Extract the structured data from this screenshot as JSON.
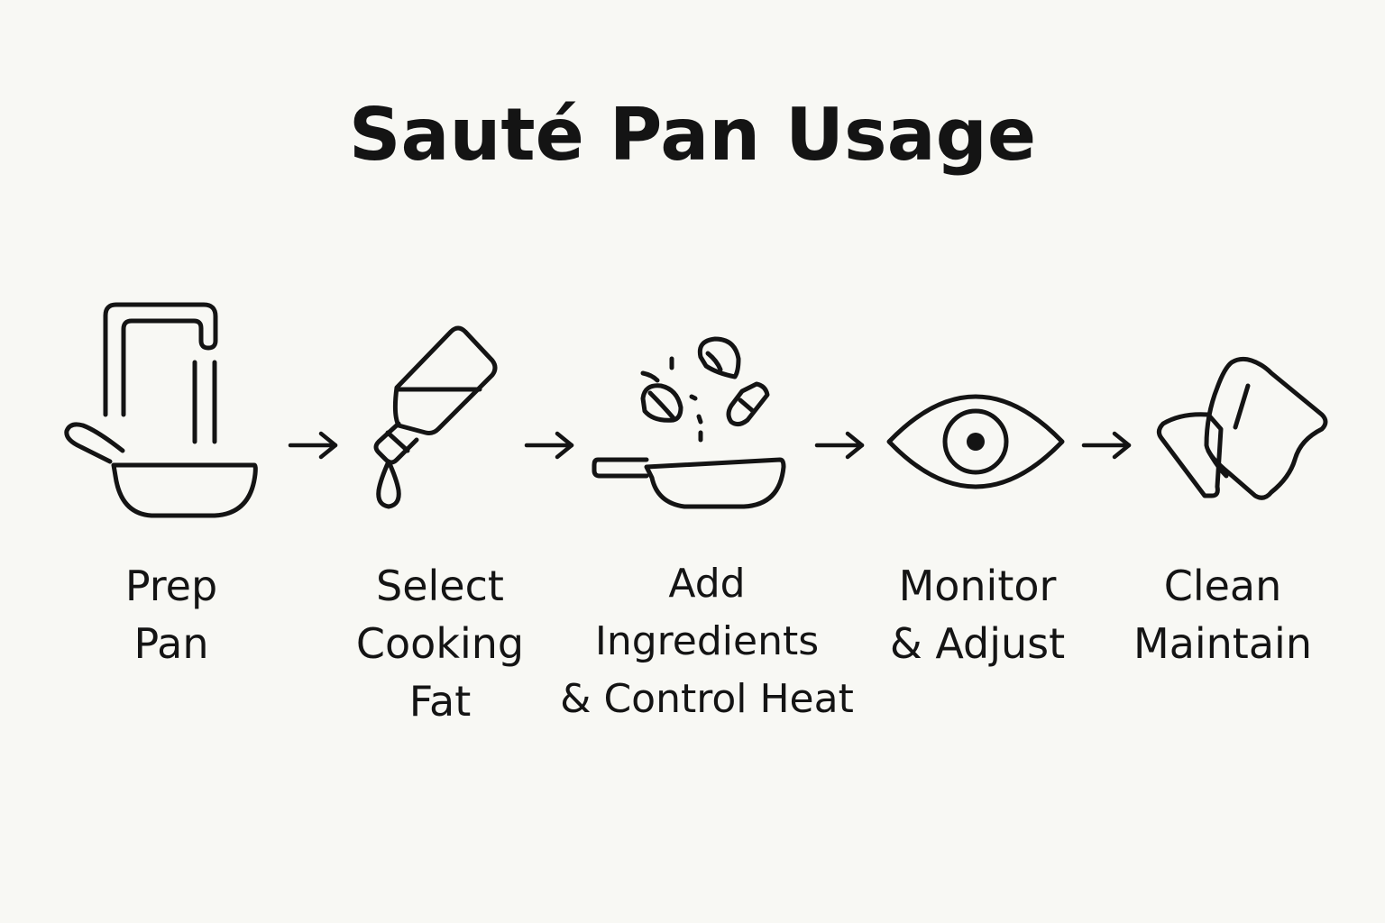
{
  "title": "Sauté Pan Usage",
  "steps": [
    {
      "icon": "faucet-pan-icon",
      "lines": [
        "Prep",
        "Pan"
      ]
    },
    {
      "icon": "oil-bottle-icon",
      "lines": [
        "Select",
        "Cooking",
        "Fat"
      ]
    },
    {
      "icon": "pan-ingredients-icon",
      "lines": [
        "Add",
        "Ingredients",
        "& Control Heat"
      ]
    },
    {
      "icon": "eye-icon",
      "lines": [
        "Monitor",
        "& Adjust"
      ]
    },
    {
      "icon": "cloth-icon",
      "lines": [
        "Clean",
        "Maintain"
      ]
    }
  ],
  "arrows": [
    "arrow-right-icon",
    "arrow-right-icon",
    "arrow-right-icon",
    "arrow-right-icon"
  ],
  "colors": {
    "background": "#f8f8f4",
    "ink": "#141414"
  }
}
